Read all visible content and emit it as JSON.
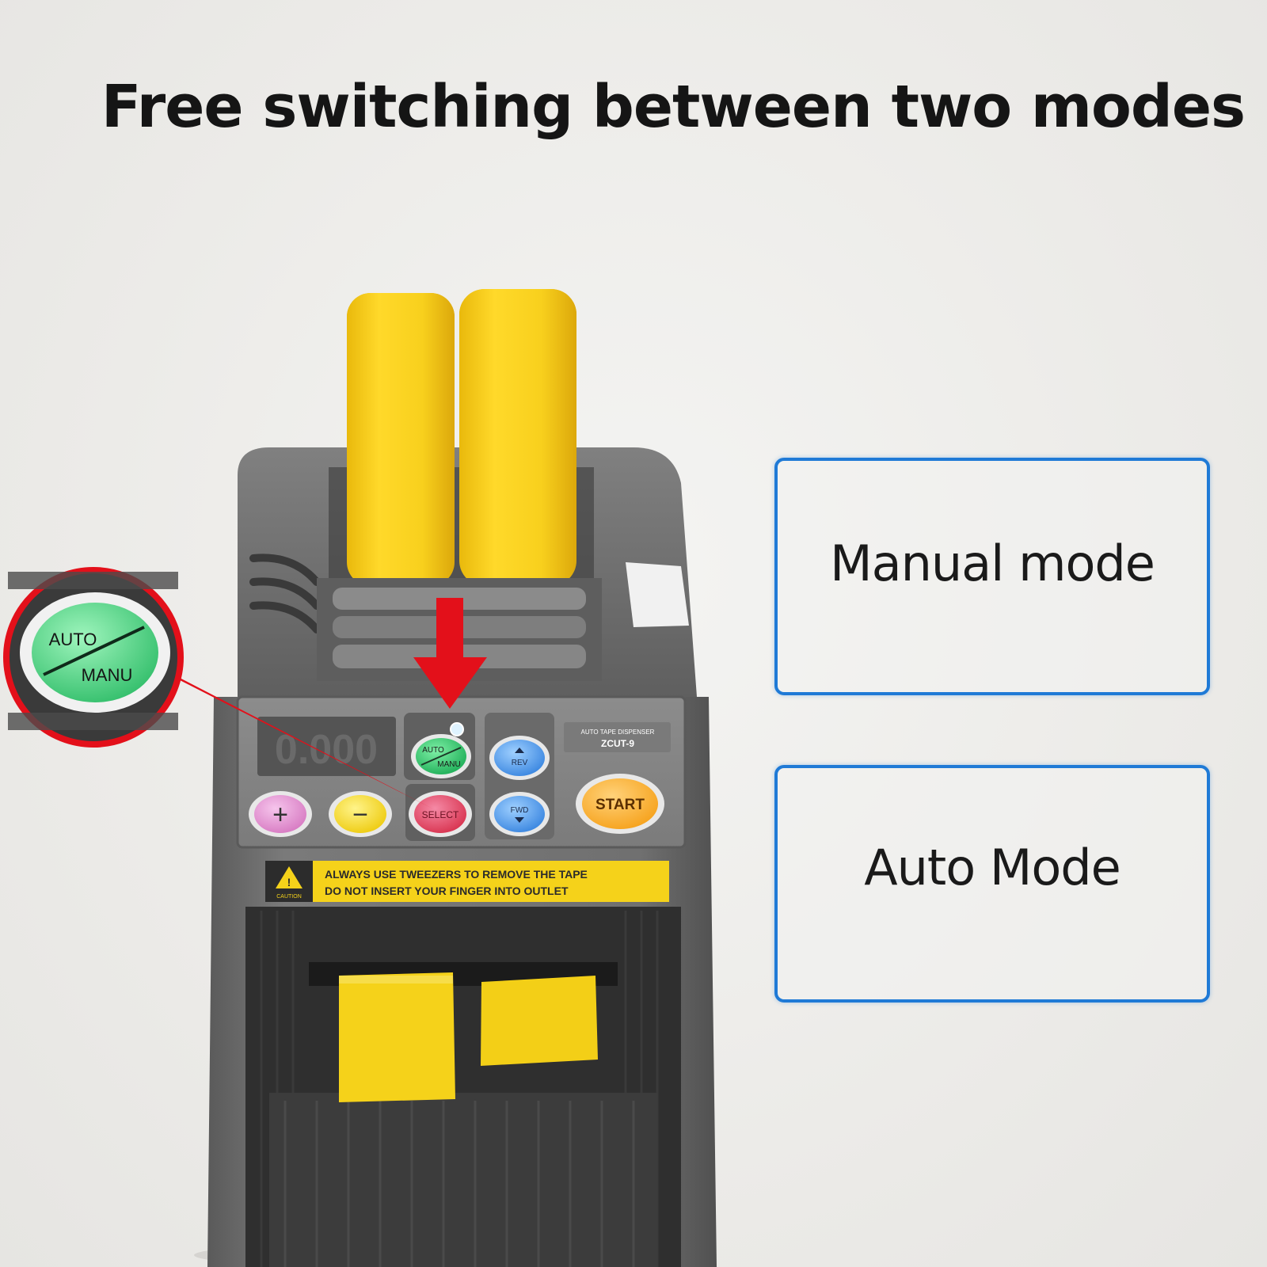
{
  "headline": "Free switching between two modes",
  "modes": [
    {
      "label": "Manual mode"
    },
    {
      "label": "Auto Mode"
    }
  ],
  "device": {
    "display": "0.000",
    "buttons": {
      "auto_top": "AUTO",
      "auto_bottom": "MANU",
      "rev": "REV",
      "plus": "+",
      "minus": "−",
      "select": "SELECT",
      "fwd": "FWD",
      "start": "START"
    },
    "brand_line": "AUTO TAPE DISPENSER",
    "model": "ZCUT-9",
    "warning_line1": "ALWAYS USE TWEEZERS TO REMOVE THE TAPE",
    "warning_line2": "DO NOT INSERT YOUR FINGER INTO OUTLET",
    "caution": "CAUTION"
  },
  "callout": {
    "top": "AUTO",
    "bottom": "MANU"
  },
  "colors": {
    "accent_blue": "#1f7ad6",
    "arrow_red": "#e3101a",
    "tape_yellow": "#f6d21a",
    "body_gray": "#6d6d6d"
  }
}
